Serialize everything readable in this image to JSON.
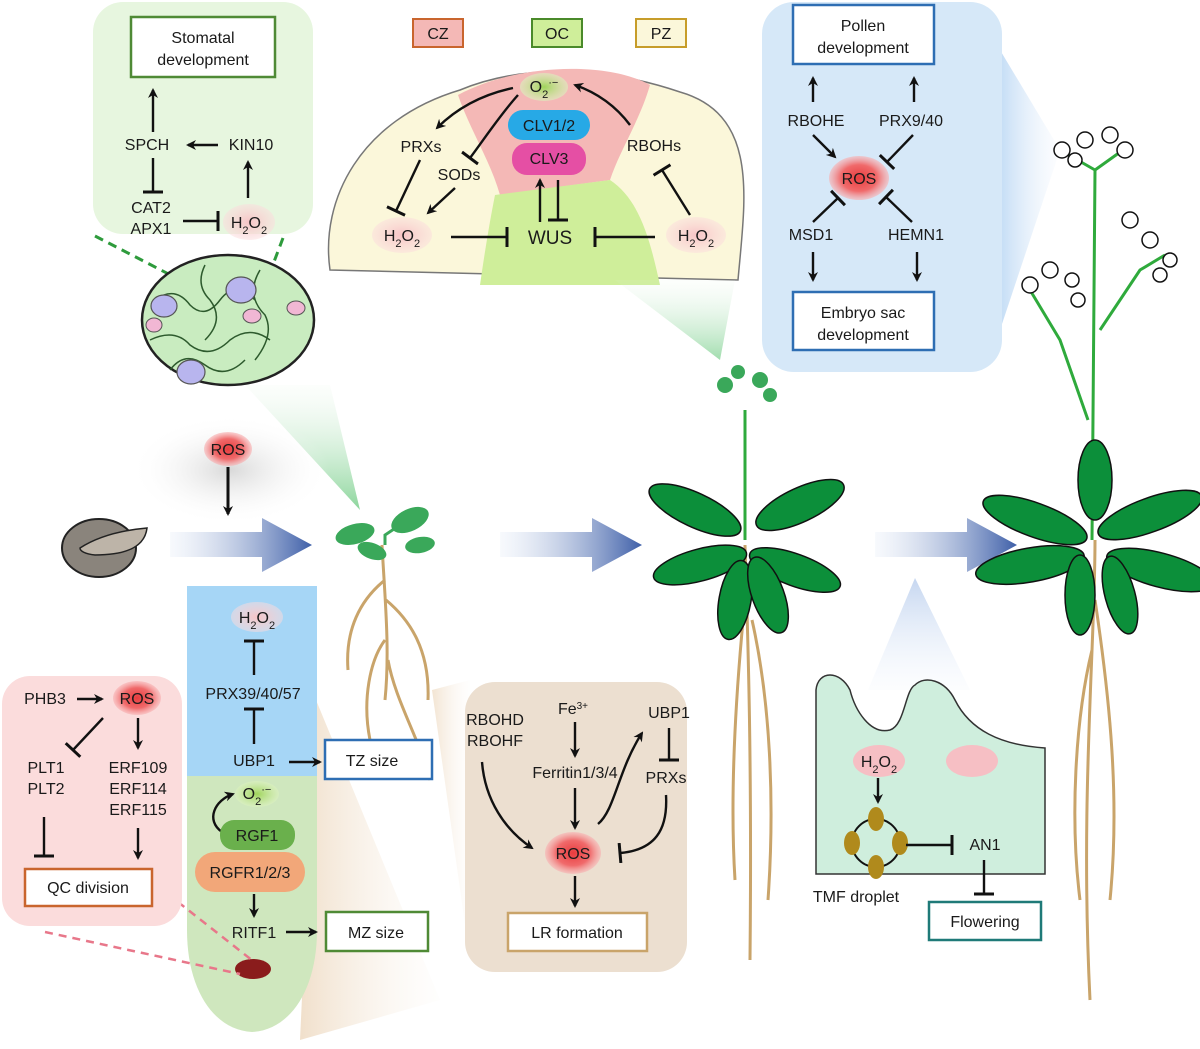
{
  "colors": {
    "ros_red": "#e8494a",
    "h2o2_pink": "#f6c6c9",
    "superoxide_green": "#b5e07a",
    "cz_fill": "#f4b8b6",
    "oc_fill": "#cfee9a",
    "pz_fill": "#fbf7da",
    "stomatal_panel": "#e7f6df",
    "reproductive_panel": "#d6e8f8",
    "root_tz_blue": "#a6d6f6",
    "root_mz_green": "#cfe7be",
    "qc_panel": "#fbdcdc",
    "lr_panel": "#ecdfd0",
    "flower_panel": "#cfeedd",
    "clv12": "#27a9e6",
    "clv3": "#e54fa4",
    "rgf1": "#6ab04c",
    "rgfr": "#f2a779",
    "leaf_green": "#0c8f3a",
    "root_tan": "#c9a46a",
    "stage_arrow": "#4f6fb0"
  },
  "stomatal": {
    "outcome": [
      "Stomatal",
      "development"
    ],
    "spch": "SPCH",
    "kin10": "KIN10",
    "cat2": "CAT2",
    "apx1": "APX1",
    "h2o2": "H2O2"
  },
  "sam": {
    "legend": {
      "cz": "CZ",
      "oc": "OC",
      "pz": "PZ"
    },
    "superoxide": "O2·−",
    "clv12": "CLV1/2",
    "clv3": "CLV3",
    "prxs": "PRXs",
    "sods": "SODs",
    "rbohs": "RBOHs",
    "h2o2_left": "H2O2",
    "h2o2_right": "H2O2",
    "wus": "WUS"
  },
  "reproductive": {
    "pollen": [
      "Pollen",
      "development"
    ],
    "embryo": [
      "Embryo sac",
      "development"
    ],
    "rbohe": "RBOHE",
    "prx940": "PRX9/40",
    "ros": "ROS",
    "msd1": "MSD1",
    "hemn1": "HEMN1"
  },
  "germination": {
    "ros": "ROS"
  },
  "root": {
    "h2o2": "H2O2",
    "prx": "PRX39/40/57",
    "ubp1": "UBP1",
    "tz_size": "TZ size",
    "superoxide": "O2·−",
    "rgf1": "RGF1",
    "rgfr": "RGFR1/2/3",
    "ritf1": "RITF1",
    "mz_size": "MZ size"
  },
  "qc": {
    "phb3": "PHB3",
    "ros": "ROS",
    "plt": [
      "PLT1",
      "PLT2"
    ],
    "erf": [
      "ERF109",
      "ERF114",
      "ERF115"
    ],
    "outcome": "QC division"
  },
  "lateral_root": {
    "rboh": [
      "RBOHD",
      "RBOHF"
    ],
    "fe": "Fe3+",
    "ferritin": "Ferritin1/3/4",
    "ubp1": "UBP1",
    "prxs": "PRXs",
    "ros": "ROS",
    "outcome": "LR formation"
  },
  "flowering": {
    "h2o2": "H2O2",
    "tmf": "TMF droplet",
    "an1": "AN1",
    "outcome": "Flowering"
  }
}
